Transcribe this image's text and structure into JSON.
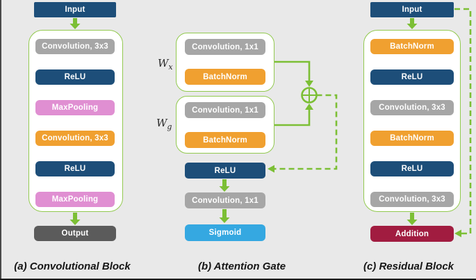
{
  "figure": {
    "colors": {
      "background": "#E9E9E9",
      "navy": "#1D4E79",
      "gray": "#A6A6A6",
      "pink": "#E08FD2",
      "orange": "#F0A030",
      "output_gray": "#5B5B5B",
      "maroon": "#A11C40",
      "sky_blue": "#35A8E1",
      "arrow_green": "#7CBF35",
      "container_border": "#92C94F"
    },
    "conv_block": {
      "caption": "(a) Convolutional Block",
      "input": "Input",
      "layers": {
        "conv1": "Convolution, 3x3",
        "relu1": "ReLU",
        "pool1": "MaxPooling",
        "conv2": "Convolution, 3x3",
        "relu2": "ReLU",
        "pool2": "MaxPooling"
      },
      "output": "Output"
    },
    "attention_gate": {
      "caption": "(b) Attention Gate",
      "wx": {
        "base": "W",
        "sub": "x"
      },
      "wg": {
        "base": "W",
        "sub": "g"
      },
      "x_branch": {
        "conv": "Convolution, 1x1",
        "bn": "BatchNorm"
      },
      "g_branch": {
        "conv": "Convolution, 1x1",
        "bn": "BatchNorm"
      },
      "relu": "ReLU",
      "conv_out": "Convolution, 1x1",
      "sigmoid": "Sigmoid"
    },
    "residual_block": {
      "caption": "(c) Residual Block",
      "input": "Input",
      "layers": {
        "bn1": "BatchNorm",
        "relu1": "ReLU",
        "conv1": "Convolution, 3x3",
        "bn2": "BatchNorm",
        "relu2": "ReLU",
        "conv2": "Convolution, 3x3"
      },
      "addition": "Addition"
    }
  }
}
